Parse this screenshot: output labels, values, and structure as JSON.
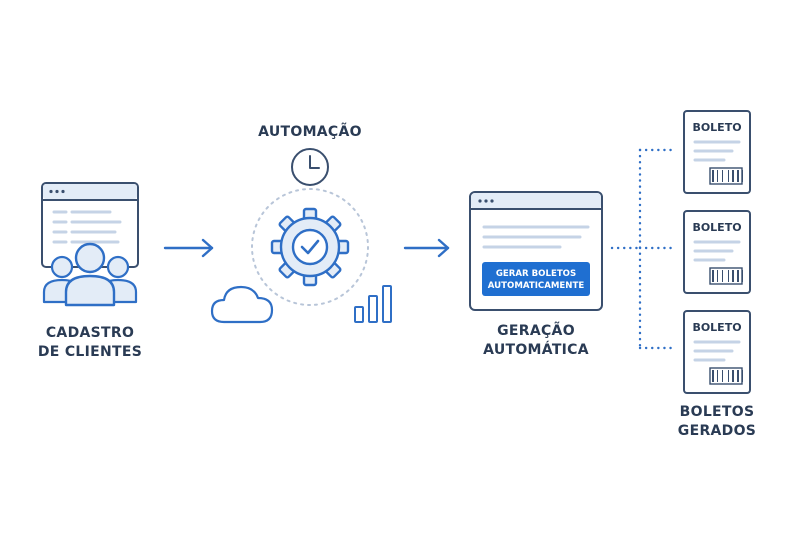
{
  "labels": {
    "cadastro_line1": "CADASTRO",
    "cadastro_line2": "DE CLIENTES",
    "automacao": "AUTOMAÇÃO",
    "geracao_line1": "GERAÇÃO",
    "geracao_line2": "AUTOMÁTICA",
    "boletos_line1": "BOLETOS",
    "boletos_line2": "GERADOS"
  },
  "generate_button": {
    "line1": "GERAR BOLETOS",
    "line2": "AUTOMATICAMENTE"
  },
  "boletos": [
    {
      "title": "BOLETO"
    },
    {
      "title": "BOLETO"
    },
    {
      "title": "BOLETO"
    }
  ],
  "icons": {
    "clients": "users-window-icon",
    "clock": "clock-icon",
    "gear": "gear-check-icon",
    "cloud": "cloud-icon",
    "chart": "bar-chart-icon",
    "barcode": "barcode-icon"
  },
  "colors": {
    "primary": "#2f6fc6",
    "button": "#1f6fd1",
    "outline": "#3a4f6e",
    "fill_light": "#e3ecf7",
    "text": "#2a3b54"
  }
}
